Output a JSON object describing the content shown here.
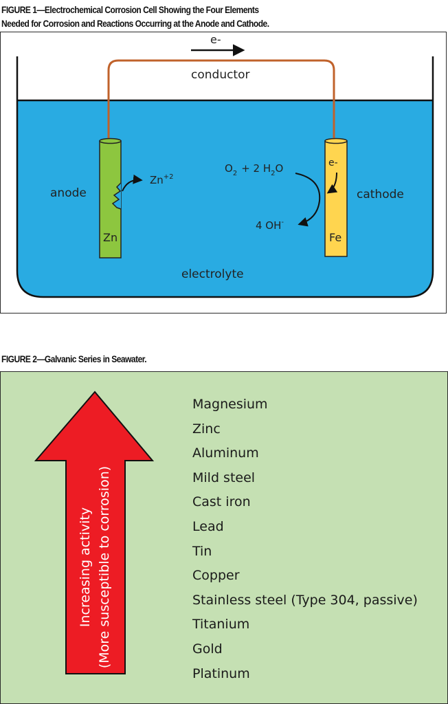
{
  "figure1": {
    "caption_line1": "FIGURE 1—Electrochemical Corrosion Cell Showing the Four Elements",
    "caption_line2": "Needed for Corrosion and Reactions Occurring at the Anode and Cathode.",
    "electron_label": "e-",
    "conductor_label": "conductor",
    "anode_label": "anode",
    "anode_metal": "Zn",
    "zinc_ion": "Zn",
    "zinc_ion_charge": "+2",
    "oxygen_term": "O",
    "oxygen_subscript": "2",
    "plus_two": "+ 2 H",
    "water_subscript": "2",
    "water_o": "O",
    "hydroxide": "4 OH",
    "hydroxide_charge": "-",
    "cathode_electron": "e-",
    "cathode_label": "cathode",
    "cathode_metal": "Fe",
    "electrolyte_label": "electrolyte",
    "colors": {
      "electrolyte": "#29abe2",
      "anode": "#8dc63f",
      "cathode": "#ffd54f",
      "wire": "#c0622b"
    }
  },
  "figure2": {
    "caption": "FIGURE 2—Galvanic Series in Seawater.",
    "arrow_line1": "Increasing activity",
    "arrow_line2": "(More susceptible to corrosion)",
    "metals": [
      "Magnesium",
      "Zinc",
      "Aluminum",
      "Mild steel",
      "Cast iron",
      "Lead",
      "Tin",
      "Copper",
      "Stainless steel (Type 304, passive)",
      "Titanium",
      "Gold",
      "Platinum"
    ],
    "colors": {
      "background": "#c5e0b3",
      "arrow": "#ed1c24"
    }
  }
}
